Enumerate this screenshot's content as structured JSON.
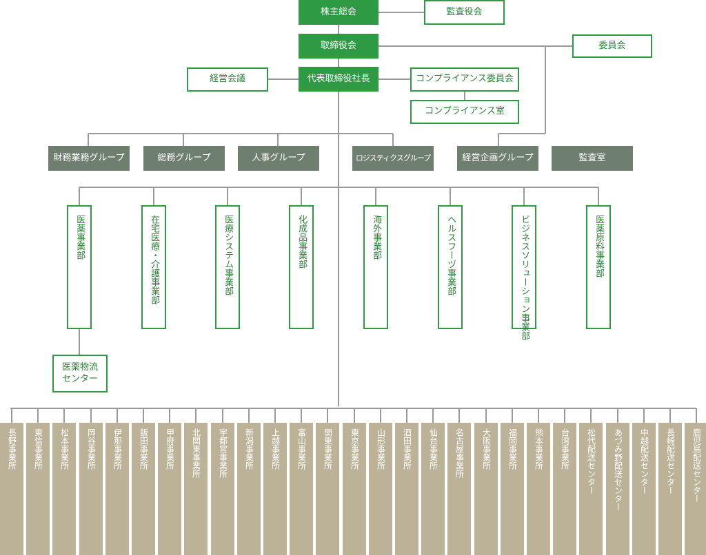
{
  "top": {
    "shareholders": "株主総会",
    "auditors": "監査役会",
    "board": "取締役会",
    "committees": "委員会",
    "president": "代表取締役社長",
    "management_meeting": "経営会議",
    "compliance_committee": "コンプライアンス委員会",
    "compliance_office": "コンプライアンス室"
  },
  "groups": [
    "財務業務グループ",
    "総務グループ",
    "人事グループ",
    "ロジスティクスグループ",
    "経営企画グループ",
    "監査室"
  ],
  "divisions": [
    "医薬事業部",
    "在宅医療・介護事業部",
    "医療システム事業部",
    "化成品事業部",
    "海外事業部",
    "ヘルスフーヅ事業部",
    "ビジネスソリューション事業部",
    "医薬原料事業部"
  ],
  "sub_division": {
    "line1": "医薬物流",
    "line2": "センター"
  },
  "offices": [
    "長野事業所",
    "東信事業所",
    "松本事業所",
    "岡谷事業所",
    "伊那事業所",
    "飯田事業所",
    "甲府事業所",
    "北関東事業所",
    "宇都宮事業所",
    "新潟事業所",
    "上越事業所",
    "富山事業所",
    "関東事業所",
    "東京事業所",
    "山形事業所",
    "酒田事業所",
    "仙台事業所",
    "名古屋事業所",
    "大阪事業所",
    "福岡事業所",
    "熊本事業所",
    "台湾事業所",
    "松代配送センター",
    "あづみ野配送センター",
    "中越配送センター",
    "長崎配送センター",
    "鹿児島配送センター"
  ],
  "colors": {
    "primary_green": "#2f9a44",
    "gray_group": "#6f7f6f",
    "office_tan": "#bbb297",
    "line": "#9a9a9a"
  }
}
